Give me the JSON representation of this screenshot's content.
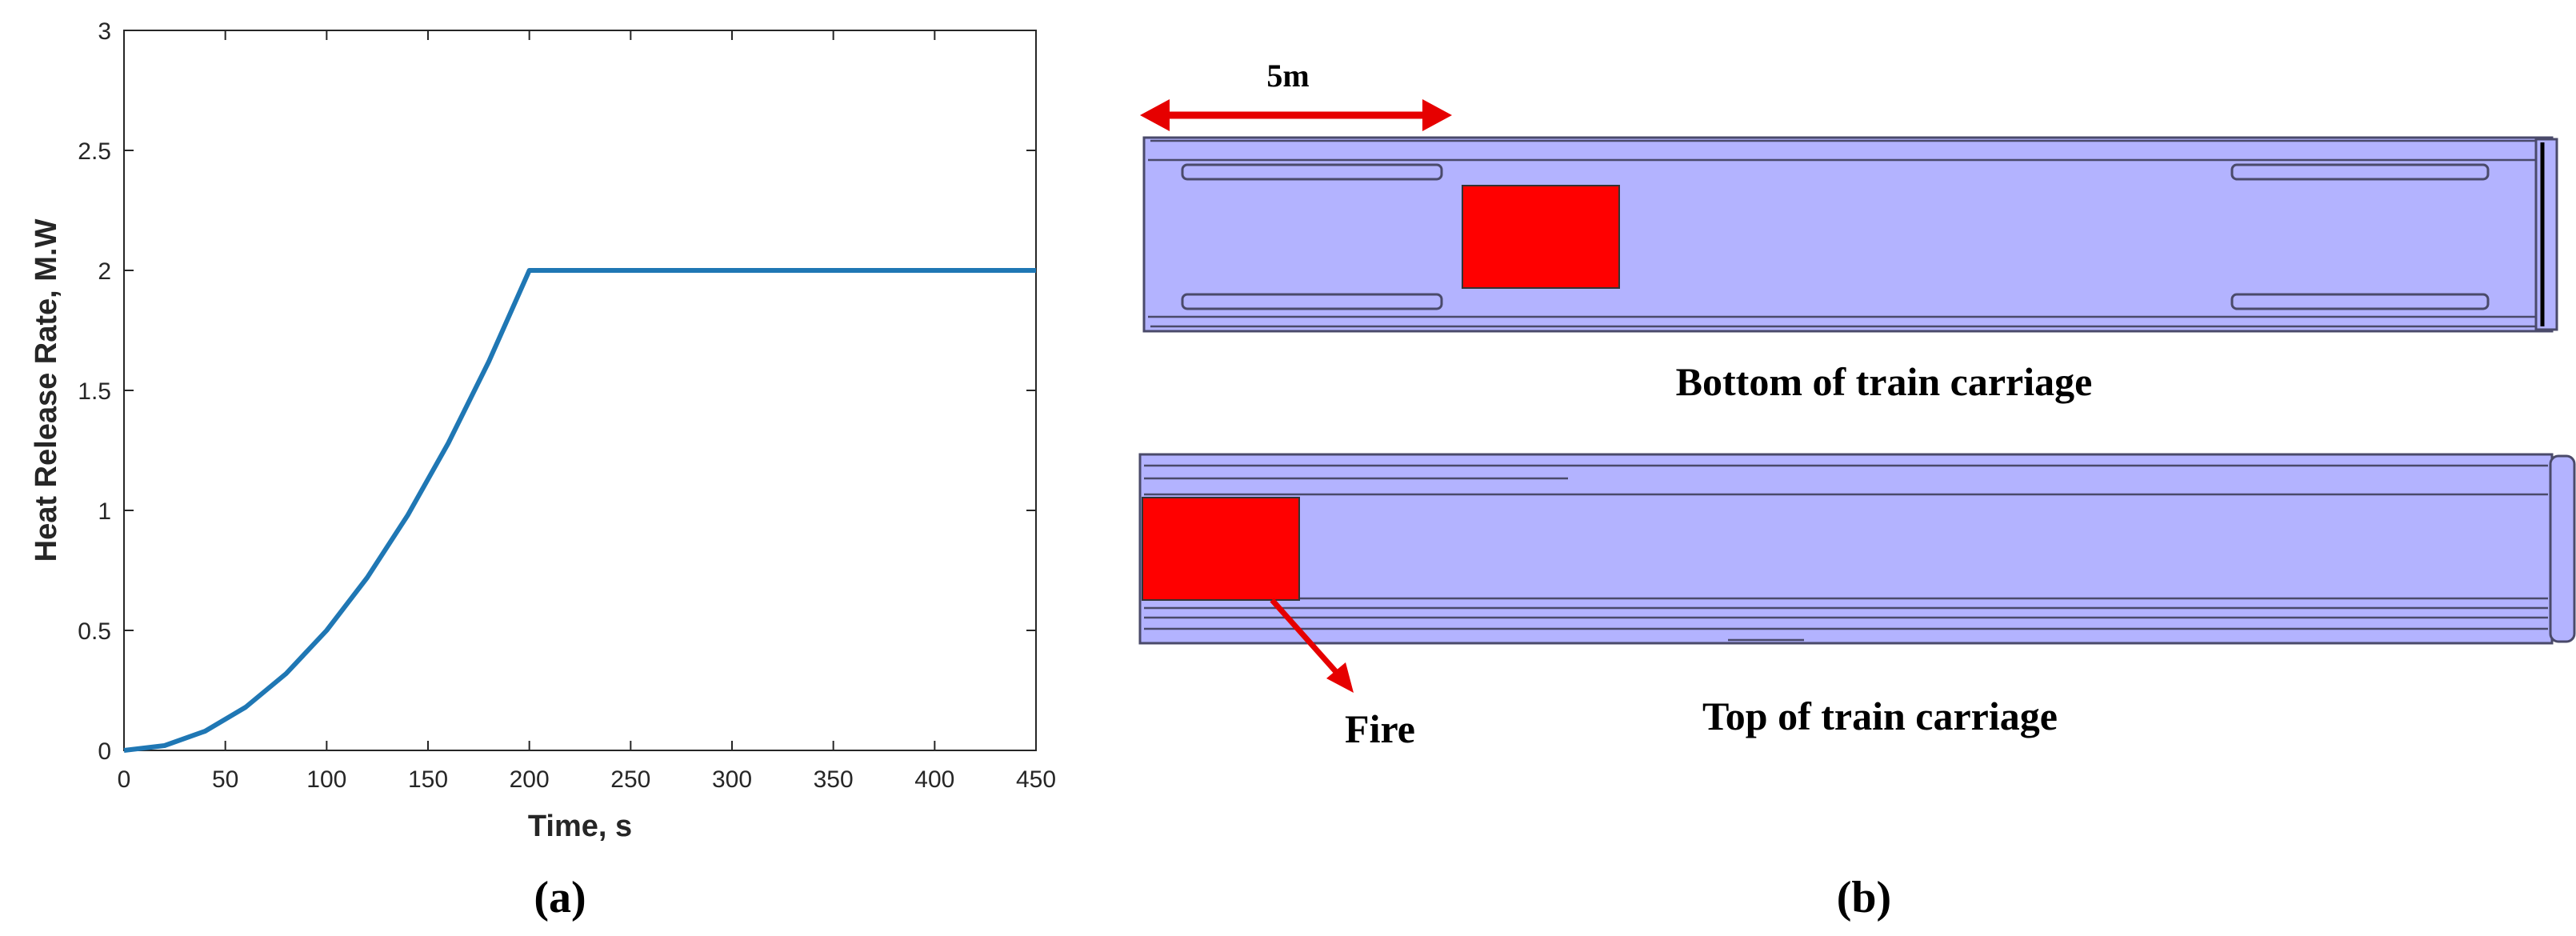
{
  "chart_data": {
    "type": "line",
    "xlabel": "Time, s",
    "ylabel": "Heat Release Rate, M.W",
    "xlim": [
      0,
      450
    ],
    "ylim": [
      0,
      3
    ],
    "x_ticks": [
      "0",
      "50",
      "100",
      "150",
      "200",
      "250",
      "300",
      "350",
      "400",
      "450"
    ],
    "y_ticks": [
      "0",
      "0.5",
      "1",
      "1.5",
      "2",
      "2.5",
      "3"
    ],
    "grid": false,
    "series": [
      {
        "color": "#1f77b4",
        "x": [
          0,
          20,
          40,
          60,
          80,
          100,
          120,
          140,
          160,
          180,
          200,
          250,
          300,
          350,
          400,
          450
        ],
        "y": [
          0,
          0.02,
          0.08,
          0.18,
          0.32,
          0.5,
          0.72,
          0.98,
          1.28,
          1.62,
          2,
          2,
          2,
          2,
          2,
          2
        ]
      }
    ]
  },
  "panels": {
    "a_label": "(a)",
    "b_label": "(b)"
  },
  "schematic": {
    "dimension_label": "5m",
    "bottom_caption": "Bottom of train carriage",
    "top_caption": "Top of train carriage",
    "fire_label": "Fire",
    "colors": {
      "carriage_fill": "#b3b3ff",
      "carriage_stroke": "#4a4a6a",
      "fire": "#ff0000",
      "arrow": "#e60000"
    }
  }
}
